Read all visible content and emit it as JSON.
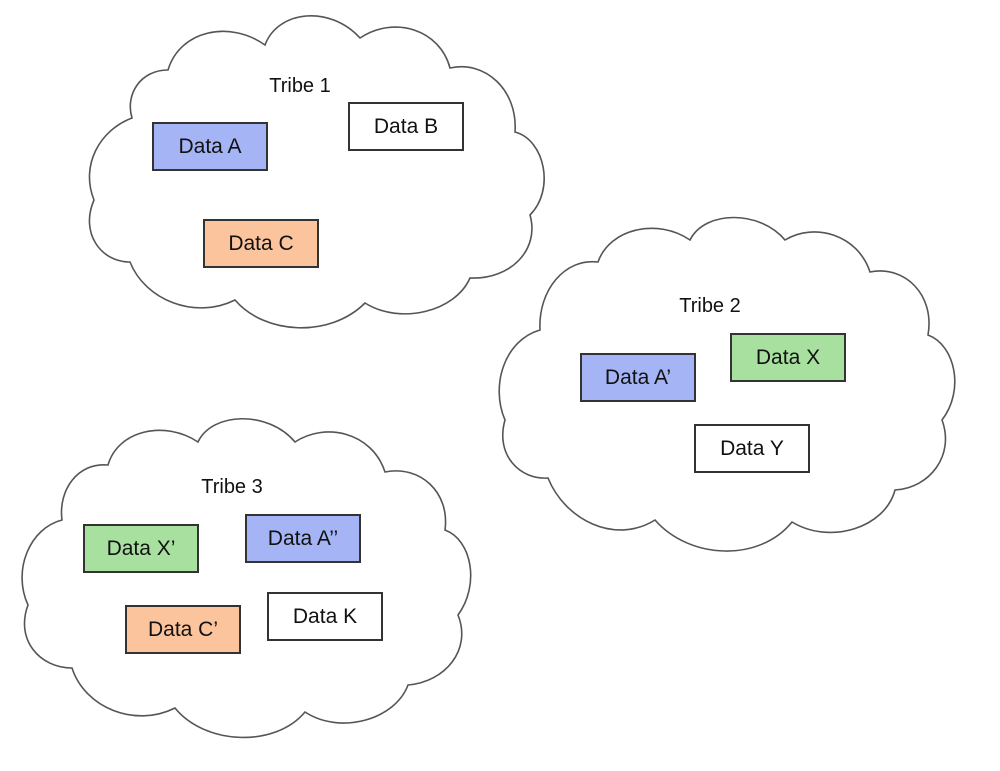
{
  "colors": {
    "blue": "#a4b4f4",
    "orange": "#fcc49c",
    "green": "#a8e0a0",
    "white": "#ffffff",
    "outline": "#333333"
  },
  "tribes": [
    {
      "label": "Tribe 1",
      "items": [
        {
          "label": "Data A",
          "color": "blue"
        },
        {
          "label": "Data B",
          "color": "white"
        },
        {
          "label": "Data C",
          "color": "orange"
        }
      ]
    },
    {
      "label": "Tribe 2",
      "items": [
        {
          "label": "Data A’",
          "color": "blue"
        },
        {
          "label": "Data X",
          "color": "green"
        },
        {
          "label": "Data Y",
          "color": "white"
        }
      ]
    },
    {
      "label": "Tribe 3",
      "items": [
        {
          "label": "Data X’",
          "color": "green"
        },
        {
          "label": "Data A’’",
          "color": "blue"
        },
        {
          "label": "Data C’",
          "color": "orange"
        },
        {
          "label": "Data K",
          "color": "white"
        }
      ]
    }
  ]
}
